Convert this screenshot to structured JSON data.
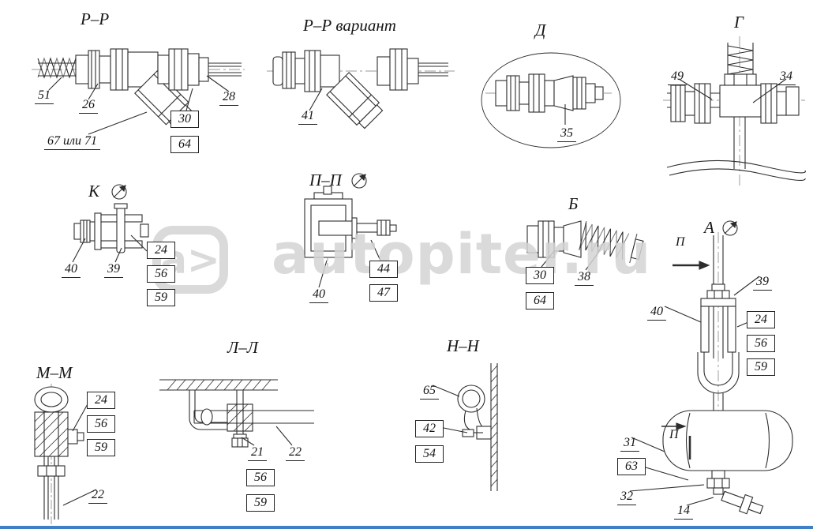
{
  "watermark": {
    "logo_text": "a>",
    "brand_text": "autopiter.ru"
  },
  "footer": {
    "accent_color": "#3f7fc8"
  },
  "sections": {
    "rr": {
      "title": "Р–Р",
      "labels": [
        "51",
        "26",
        "67 или 71",
        "28",
        "30",
        "64"
      ]
    },
    "rrv": {
      "title": "Р–Р вариант",
      "labels": [
        "41"
      ]
    },
    "d": {
      "title": "Д",
      "labels": [
        "35"
      ]
    },
    "g": {
      "title": "Г",
      "labels": [
        "49",
        "34"
      ]
    },
    "k": {
      "title": "К",
      "labels": [
        "40",
        "39",
        "24",
        "56",
        "59"
      ]
    },
    "pp": {
      "title": "П–П",
      "labels": [
        "44",
        "47",
        "40"
      ]
    },
    "b": {
      "title": "Б",
      "labels": [
        "30",
        "64",
        "38"
      ]
    },
    "a": {
      "title": "А",
      "section_mark": "П",
      "labels": [
        "39",
        "24",
        "56",
        "59",
        "40",
        "31",
        "63",
        "32",
        "14"
      ]
    },
    "mm": {
      "title": "М–М",
      "labels": [
        "24",
        "56",
        "59",
        "22"
      ]
    },
    "ll": {
      "title": "Л–Л",
      "labels": [
        "21",
        "22",
        "56",
        "59"
      ]
    },
    "nn": {
      "title": "Н–Н",
      "labels": [
        "65",
        "42",
        "54"
      ]
    }
  }
}
